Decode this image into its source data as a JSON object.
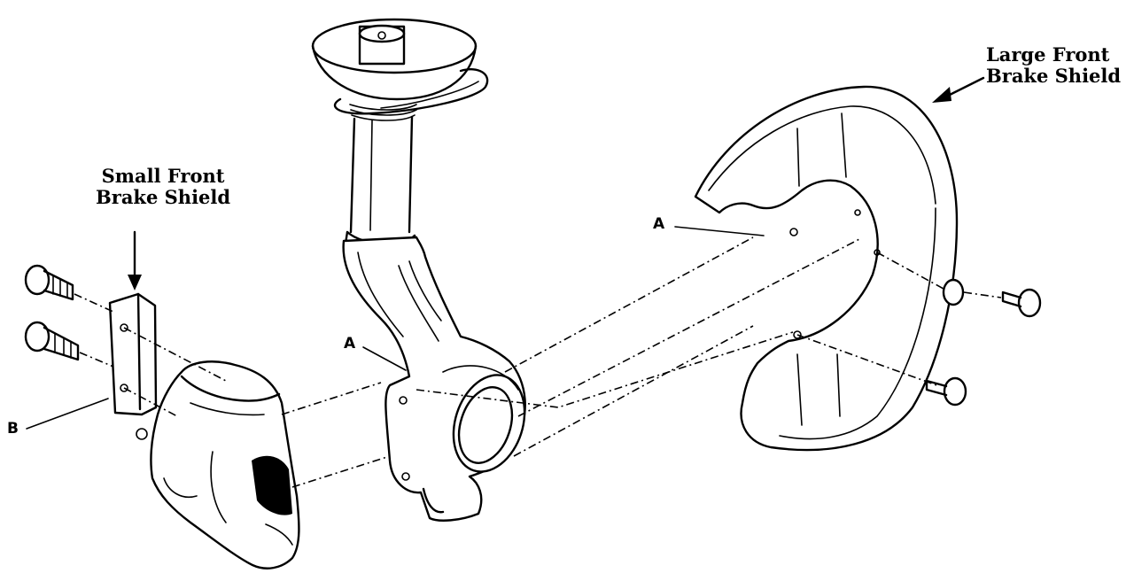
{
  "labels": {
    "small_shield_line1": "Small Front",
    "small_shield_line2": "Brake Shield",
    "large_shield_line1": "Large Front",
    "large_shield_line2": "Brake Shield",
    "a_left": "A",
    "a_right": "A",
    "b": "B"
  },
  "colors": {
    "ink": "#000000",
    "paper": "#ffffff"
  }
}
